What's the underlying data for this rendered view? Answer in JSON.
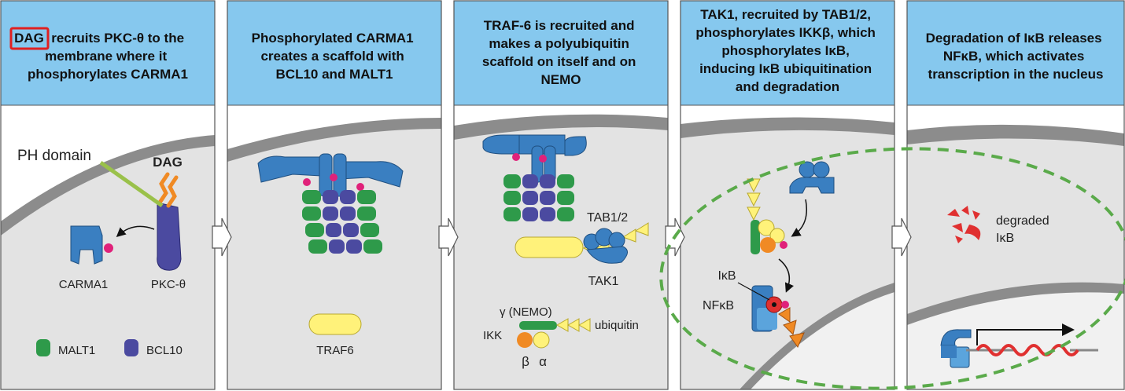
{
  "panels": [
    {
      "header": [
        "recruits PKC-θ to the",
        "membrane where it",
        "phosphorylates CARMA1"
      ],
      "highlight": "DAG"
    },
    {
      "header": [
        "Phosphorylated CARMA1",
        "creates a scaffold with",
        "BCL10 and MALT1"
      ]
    },
    {
      "header": [
        "TRAF-6 is recruited and",
        "makes a polyubiquitin",
        "scaffold on itself and on",
        "NEMO"
      ]
    },
    {
      "header": [
        "TAK1, recruited by TAB1/2,",
        "phosphorylates IKKβ, which",
        "phosphorylates IκB,",
        "inducing IκB ubiquitination",
        "and degradation"
      ]
    },
    {
      "header": [
        "Degradation of IκB releases",
        "NFκB, which activates",
        "transcription in the nucleus"
      ]
    }
  ],
  "labels": {
    "ph_domain": "PH domain",
    "dag": "DAG",
    "carma1": "CARMA1",
    "pkc": "PKC-θ",
    "malt1": "MALT1",
    "bcl10": "BCL10",
    "traf6": "TRAF6",
    "tab12": "TAB1/2",
    "tak1": "TAK1",
    "gamma_nemo": "γ (NEMO)",
    "ikk": "IKK",
    "beta": "β",
    "alpha": "α",
    "ubiquitin": "ubiquitin",
    "ikb": "IκB",
    "nfkb": "NFκB",
    "degraded": "degraded",
    "ikb2": "IκB"
  },
  "colors": {
    "header_bg": "#86c8ee",
    "membrane": "#8c8c8c",
    "cytoplasm": "#e3e3e3",
    "blue": "#3a7fc1",
    "purple": "#4b4aa0",
    "green": "#2e9a4a",
    "yellow": "#fff27a",
    "orange": "#f08a24",
    "magenta": "#e0217a",
    "red": "#e03030",
    "dashed": "#5aaa4a"
  }
}
